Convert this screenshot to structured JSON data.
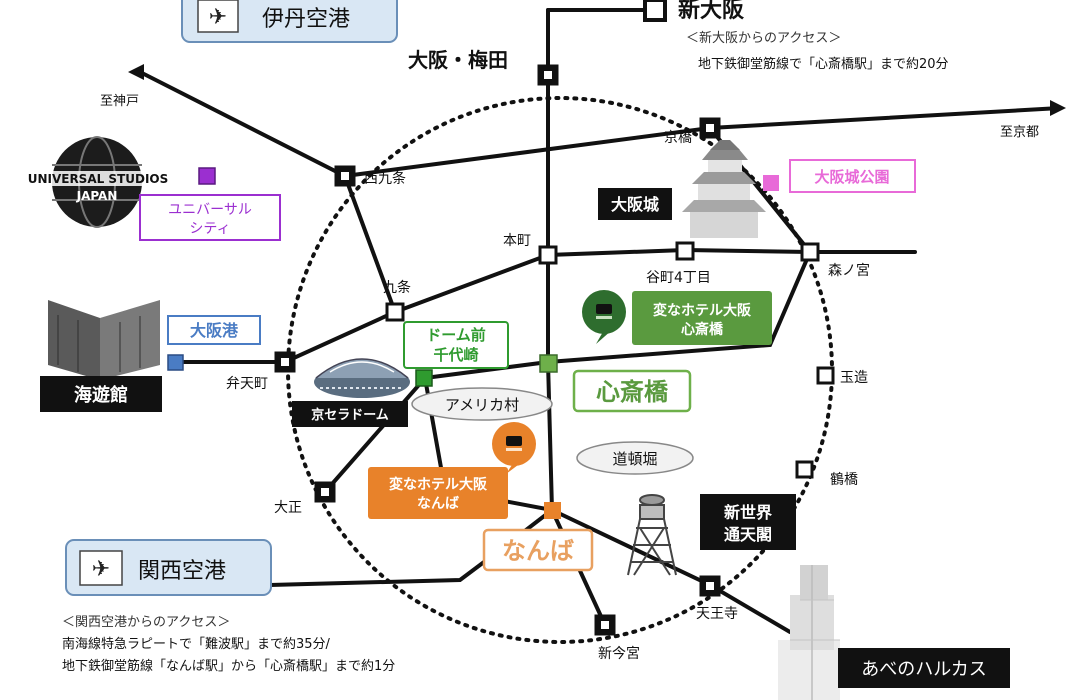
{
  "airports": {
    "itami": {
      "label": "伊丹空港"
    },
    "kansai": {
      "label": "関西空港"
    }
  },
  "destinations": {
    "kobe": "至神戸",
    "kyoto": "至京都"
  },
  "stations": {
    "shin_osaka": "新大阪",
    "umeda": "大阪・梅田",
    "kyobashi": "京橋",
    "nishikujo": "西九条",
    "honmachi": "本町",
    "kujo": "九条",
    "tanimachi4": "谷町4丁目",
    "morinomiya": "森ノ宮",
    "bentencho": "弁天町",
    "tamatsukuri": "玉造",
    "tsuruhashi": "鶴橋",
    "taisho": "大正",
    "tennoji": "天王寺",
    "shin_imamiya": "新今宮",
    "dome_mae": [
      "ドーム前",
      "千代崎"
    ],
    "shinsaibashi": "心斎橋",
    "namba": "なんば",
    "usj_city": [
      "ユニバーサル",
      "シティ"
    ],
    "osaka_port": "大阪港",
    "osakajo_koen": "大阪城公園"
  },
  "landmarks": {
    "usj_logo": [
      "UNIVERSAL STUDIOS",
      "JAPAN"
    ],
    "kaiyukan": "海遊館",
    "osaka_castle": "大阪城",
    "kyocera_dome": "京セラドーム",
    "america_mura": "アメリカ村",
    "dotonbori": "道頓堀",
    "shinsekai": [
      "新世界",
      "通天閣"
    ],
    "abeno_harukas": "あべのハルカス"
  },
  "hotels": {
    "shinsaibashi": [
      "変なホテル大阪",
      "心斎橋"
    ],
    "namba": [
      "変なホテル大阪",
      "なんば"
    ]
  },
  "access_notes": {
    "shin_osaka": {
      "heading": "＜新大阪からのアクセス＞",
      "line": "地下鉄御堂筋線で「心斎橋駅」まで約20分"
    },
    "kansai": {
      "heading": "＜関西空港からのアクセス＞",
      "line1": "南海線特急ラピートで「難波駅」まで約35分/",
      "line2": "地下鉄御堂筋線「なんば駅」から「心斎橋駅」まで約1分"
    }
  },
  "colors": {
    "line": "#111111",
    "purple": "#9b2fd0",
    "blue": "#4a7cc4",
    "pink": "#e86ad8",
    "green": "#4ea345",
    "orange": "#e8822a",
    "airport_box": "#d9e7f4"
  }
}
